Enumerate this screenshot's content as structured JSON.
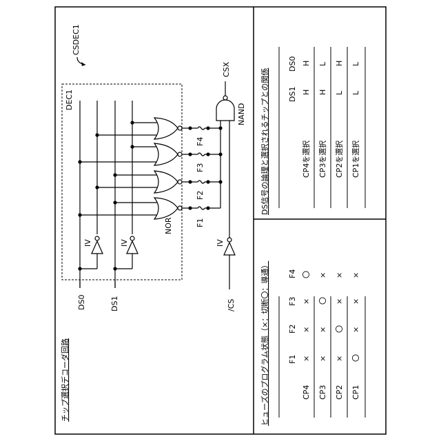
{
  "circuit": {
    "ref": "CSDEC1",
    "block": "DEC1",
    "title": "チップ選択デコーダ回路",
    "inputs": [
      "DS0",
      "DS1",
      "/CS"
    ],
    "output": "CSX",
    "gate_nor": "NOR",
    "gate_nand": "NAND",
    "inverter": "IV",
    "fuses": [
      "F1",
      "F2",
      "F3",
      "F4"
    ]
  },
  "fuse_table": {
    "title": "ヒューズのプログラム状態（×：切断〇：導通）",
    "columns": [
      "F1",
      "F2",
      "F3",
      "F4"
    ],
    "rows": [
      {
        "name": "CP4",
        "cells": [
          "×",
          "×",
          "×",
          "〇"
        ]
      },
      {
        "name": "CP3",
        "cells": [
          "×",
          "×",
          "〇",
          "×"
        ]
      },
      {
        "name": "CP2",
        "cells": [
          "×",
          "〇",
          "×",
          "×"
        ]
      },
      {
        "name": "CP1",
        "cells": [
          "〇",
          "×",
          "×",
          "×"
        ]
      }
    ]
  },
  "ds_table": {
    "title": "DS信号の論理と選択されるチップとの関係",
    "columns": [
      "DS1",
      "DS0"
    ],
    "rows": [
      {
        "name": "CP4を選択",
        "cells": [
          "H",
          "H"
        ]
      },
      {
        "name": "CP3を選択",
        "cells": [
          "H",
          "L"
        ]
      },
      {
        "name": "CP2を選択",
        "cells": [
          "L",
          "H"
        ]
      },
      {
        "name": "CP1を選択",
        "cells": [
          "L",
          "L"
        ]
      }
    ]
  }
}
